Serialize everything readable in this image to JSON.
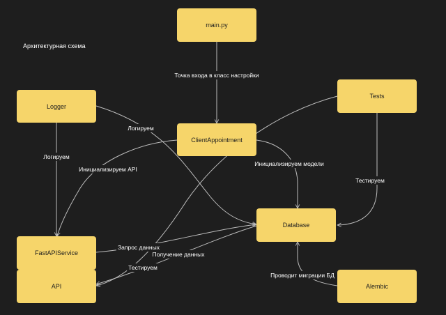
{
  "title": "Архитектурная схема",
  "colors": {
    "background": "#1e1e1e",
    "node_fill": "#f6d56a",
    "node_text": "#1e1e1e",
    "edge": "#bdbdbd",
    "label_text": "#ffffff"
  },
  "nodes": {
    "main": "main.py",
    "logger": "Logger",
    "client": "ClientAppointment",
    "tests": "Tests",
    "database": "Database",
    "fastapi": "FastAPIService",
    "api": "API",
    "alembic": "Alembic"
  },
  "edges": {
    "main_client": "Точка входа в класс настройки",
    "logger_db": "Логируем",
    "logger_fastapi": "Логируем",
    "client_fastapi": "Инициализируем API",
    "client_db": "Инициализируем модели",
    "tests_db": "Тестируем",
    "fastapi_db": "Запрос данных",
    "db_api": "Получение данных",
    "tests_api": "Тестируем",
    "alembic_db": "Проводит миграции БД"
  }
}
